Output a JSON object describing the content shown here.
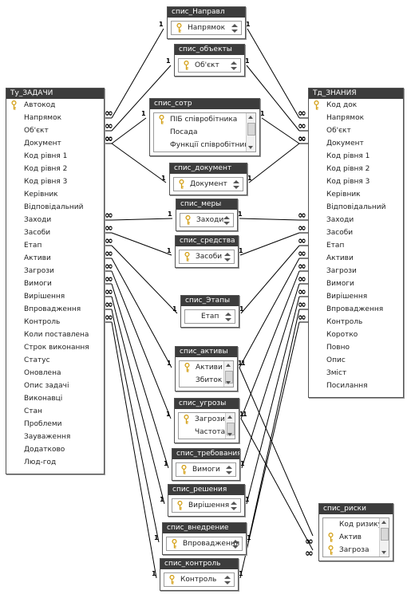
{
  "tables": {
    "tasks": {
      "title": "Ту_ЗАДАЧИ",
      "fields": [
        {
          "name": "Автокод",
          "key": true
        },
        {
          "name": "Напрямок"
        },
        {
          "name": "Об'єкт"
        },
        {
          "name": "Документ"
        },
        {
          "name": "Код рівня 1"
        },
        {
          "name": "Код рівня 2"
        },
        {
          "name": "Код рівня 3"
        },
        {
          "name": "Керівник"
        },
        {
          "name": "Відповідальний"
        },
        {
          "name": "Заходи"
        },
        {
          "name": "Засоби"
        },
        {
          "name": "Етап"
        },
        {
          "name": "Активи"
        },
        {
          "name": "Загрози"
        },
        {
          "name": "Вимоги"
        },
        {
          "name": "Вирішення"
        },
        {
          "name": "Впровадження"
        },
        {
          "name": "Контроль"
        },
        {
          "name": "Коли поставлена"
        },
        {
          "name": "Строк виконання"
        },
        {
          "name": "Статус"
        },
        {
          "name": "Оновлена"
        },
        {
          "name": "Опис задачі"
        },
        {
          "name": "Виконавці"
        },
        {
          "name": "Стан"
        },
        {
          "name": "Проблеми"
        },
        {
          "name": "Зауваження"
        },
        {
          "name": "Додатково"
        },
        {
          "name": "Люд-год"
        }
      ]
    },
    "knowledge": {
      "title": "Тд_ЗНАНИЯ",
      "fields": [
        {
          "name": "Код док",
          "key": true
        },
        {
          "name": "Напрямок"
        },
        {
          "name": "Об'єкт"
        },
        {
          "name": "Документ"
        },
        {
          "name": "Код рівня 1"
        },
        {
          "name": "Код рівня 2"
        },
        {
          "name": "Код рівня 3"
        },
        {
          "name": "Керівник"
        },
        {
          "name": "Відповідальний"
        },
        {
          "name": "Заходи"
        },
        {
          "name": "Засоби"
        },
        {
          "name": "Етап"
        },
        {
          "name": "Активи"
        },
        {
          "name": "Загрози"
        },
        {
          "name": "Вимоги"
        },
        {
          "name": "Вирішення"
        },
        {
          "name": "Впровадження"
        },
        {
          "name": "Контроль"
        },
        {
          "name": "Коротко"
        },
        {
          "name": "Повно"
        },
        {
          "name": "Опис"
        },
        {
          "name": "Зміст"
        },
        {
          "name": "Посилання"
        }
      ]
    },
    "napravl": {
      "title": "спис_Направл",
      "fields": [
        {
          "name": "Напрямок",
          "key": true
        }
      ]
    },
    "objects": {
      "title": "спис_объекты",
      "fields": [
        {
          "name": "Об'єкт",
          "key": true
        }
      ]
    },
    "staff": {
      "title": "спис_сотр",
      "fields": [
        {
          "name": "ПІБ співробітника",
          "key": true
        },
        {
          "name": "Посада"
        },
        {
          "name": "Функції співробітника"
        }
      ]
    },
    "document": {
      "title": "спис_документ",
      "fields": [
        {
          "name": "Документ",
          "key": true
        }
      ]
    },
    "measures": {
      "title": "спис_меры",
      "fields": [
        {
          "name": "Заходи",
          "key": true
        }
      ]
    },
    "means": {
      "title": "спис_средства",
      "fields": [
        {
          "name": "Засоби",
          "key": true
        }
      ]
    },
    "stages": {
      "title": "спис_Этапы",
      "fields": [
        {
          "name": "Етап"
        }
      ]
    },
    "assets": {
      "title": "спис_активы",
      "fields": [
        {
          "name": "Активи",
          "key": true
        },
        {
          "name": "Збиток"
        }
      ]
    },
    "threats": {
      "title": "спис_угрозы",
      "fields": [
        {
          "name": "Загрози",
          "key": true
        },
        {
          "name": "Частота"
        }
      ]
    },
    "requirements": {
      "title": "спис_требования",
      "fields": [
        {
          "name": "Вимоги",
          "key": true
        }
      ]
    },
    "solutions": {
      "title": "спис_решения",
      "fields": [
        {
          "name": "Вирішення",
          "key": true
        }
      ]
    },
    "implementation": {
      "title": "спис_внедрение",
      "fields": [
        {
          "name": "Впровадження",
          "key": true
        }
      ]
    },
    "control": {
      "title": "спис_контроль",
      "fields": [
        {
          "name": "Контроль",
          "key": true
        }
      ]
    },
    "risks": {
      "title": "спис_риски",
      "fields": [
        {
          "name": "Код ризику"
        },
        {
          "name": "Актив",
          "key": true
        },
        {
          "name": "Загроза",
          "key": true
        }
      ]
    }
  },
  "relationship_labels": {
    "one": "1",
    "many": "∞"
  },
  "colors": {
    "title_bar": "#3c3c3c",
    "line": "#000000",
    "key_icon": "#d4a017"
  }
}
